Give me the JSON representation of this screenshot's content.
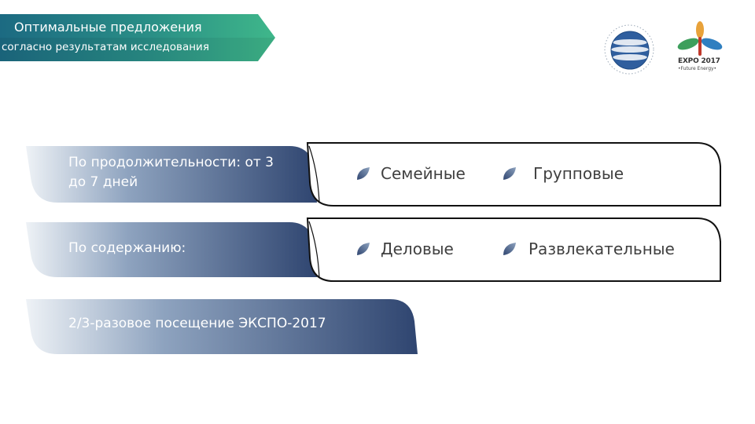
{
  "header": {
    "title": "Оптимальные предложения",
    "subtitle": "согласно результатам исследования"
  },
  "logos": {
    "globe": "globe-logo",
    "expo": {
      "line1": "EXPO 2017",
      "line2": "•Future Energy•"
    }
  },
  "cards": [
    {
      "text": "По продолжительности: от 3 до 7 дней"
    },
    {
      "text": "По содержанию:"
    },
    {
      "text": "2/3-разовое посещение ЭКСПО-2017"
    }
  ],
  "options": {
    "row1": [
      "Семейные",
      "Групповые"
    ],
    "row2": [
      "Деловые",
      "Развлекательные"
    ]
  },
  "colors": {
    "banner_dark": "#1e6f86",
    "banner_light": "#3eb489",
    "card_light": "#eef2f6",
    "card_dark": "#2f4570",
    "text": "#404040"
  }
}
